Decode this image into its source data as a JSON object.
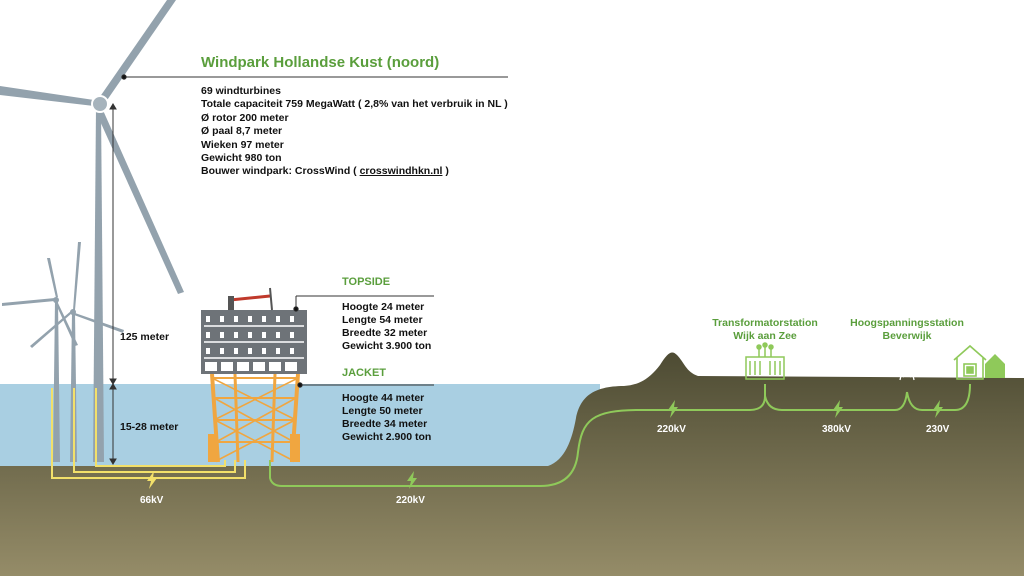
{
  "title": "Windpark Hollandse Kust (noord)",
  "specs": {
    "turbines": "69 windturbines",
    "capacity": "Totale capaciteit 759 MegaWatt ( 2,8% van het verbruik in NL )",
    "rotor": "Ø rotor 200 meter",
    "pole": "Ø paal 8,7 meter",
    "blades": "Wieken 97 meter",
    "weight": "Gewicht 980 ton",
    "builder_prefix": "Bouwer windpark: CrossWind ( ",
    "builder_link": "crosswindhkn.nl",
    "builder_suffix": " )"
  },
  "topside": {
    "heading": "TOPSIDE",
    "height": "Hoogte 24 meter",
    "length": "Lengte 54 meter",
    "width": "Breedte 32 meter",
    "weight": "Gewicht 3.900 ton"
  },
  "jacket": {
    "heading": "JACKET",
    "height": "Hoogte 44 meter",
    "length": "Lengte 50 meter",
    "width": "Breedte 34 meter",
    "weight": "Gewicht 2.900 ton"
  },
  "measurements": {
    "hub_height": "125 meter",
    "water_depth": "15-28 meter"
  },
  "voltages": {
    "array_cable": "66kV",
    "export_cable_sea": "220kV",
    "export_cable_land": "220kV",
    "grid_high": "380kV",
    "grid_consumer": "230V"
  },
  "stations": {
    "transformer_line1": "Transformatorstation",
    "transformer_line2": "Wijk aan Zee",
    "high_voltage_line1": "Hoogspanningsstation",
    "high_voltage_line2": "Beverwijk"
  },
  "colors": {
    "accent_green": "#5a9e3c",
    "cable_yellow": "#f2e06a",
    "cable_green": "#8fc95a",
    "sea": "#a9cfe2",
    "seabed": "#5c5a40",
    "platform_orange": "#f0a640",
    "topside_grey": "#6e7378",
    "turbine_grey": "#93a2ad"
  },
  "icons": [
    "lightning-icon",
    "transformer-icon",
    "pylon-icon",
    "house-icon"
  ]
}
